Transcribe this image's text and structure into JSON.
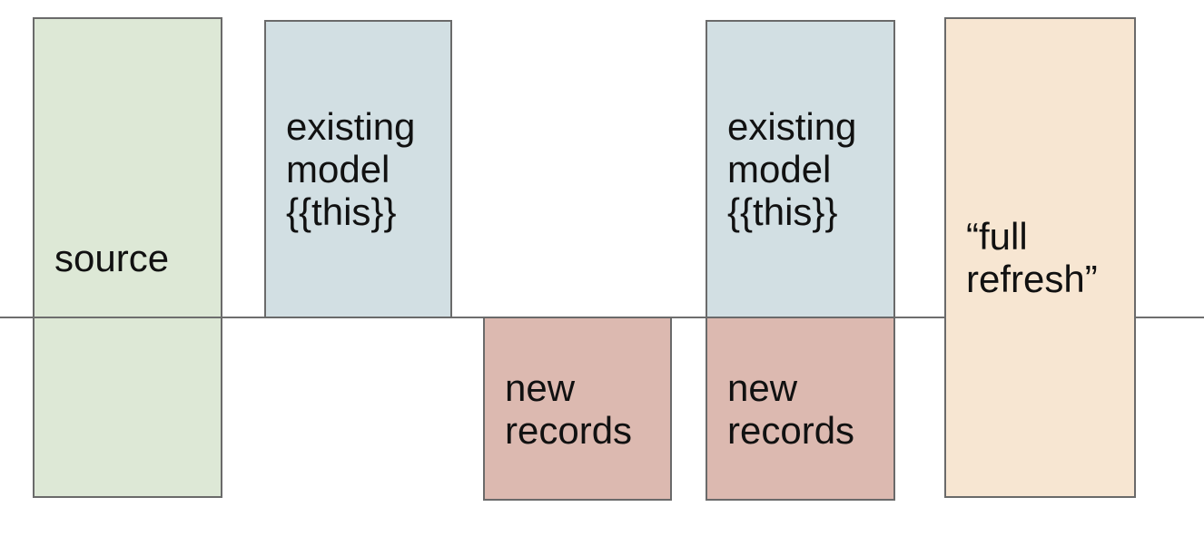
{
  "diagram": {
    "title": "incremental model materialization diagram",
    "background_color": "#ffffff",
    "border_color": "#6a6a6a",
    "text_color": "#111111",
    "timeline": {
      "color": "#6e6e6e",
      "orientation": "horizontal"
    },
    "boxes": [
      {
        "id": "source",
        "label": "source",
        "fill": "#dde8d6"
      },
      {
        "id": "existing-model-1",
        "label": "existing\nmodel\n{{this}}",
        "fill": "#d2dfe3"
      },
      {
        "id": "new-records-1",
        "label": "new\nrecords",
        "fill": "#dcb9b0"
      },
      {
        "id": "existing-model-2",
        "label": "existing\nmodel\n{{this}}",
        "fill": "#d2dfe3"
      },
      {
        "id": "new-records-2",
        "label": "new\nrecords",
        "fill": "#dcb9b0"
      },
      {
        "id": "full-refresh",
        "label": "“full\nrefresh”",
        "fill": "#f7e6d2"
      }
    ]
  }
}
